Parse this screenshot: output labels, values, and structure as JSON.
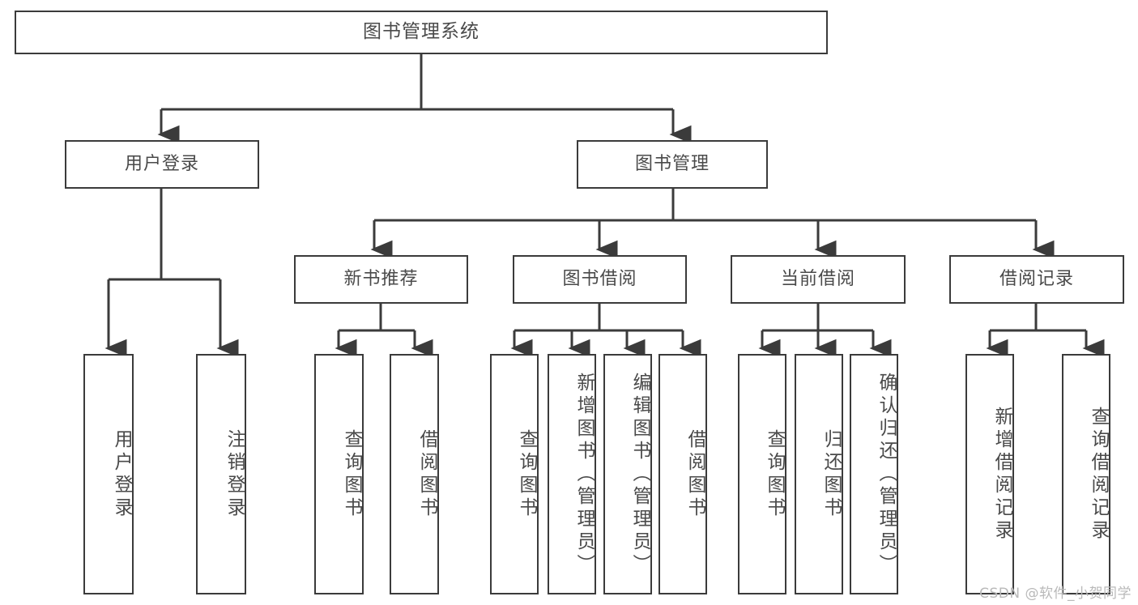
{
  "diagram": {
    "title": "图书管理系统",
    "type": "tree",
    "orientation": "top-down",
    "line_color": "#3b3b3b",
    "text_color": "#4a4a4a",
    "background": "#ffffff"
  },
  "nodes": {
    "root": {
      "label": "图书管理系统"
    },
    "level1": [
      {
        "label": "用户登录"
      },
      {
        "label": "图书管理"
      }
    ],
    "level2": [
      {
        "label": "新书推荐"
      },
      {
        "label": "图书借阅"
      },
      {
        "label": "当前借阅"
      },
      {
        "label": "借阅记录"
      }
    ],
    "leaves": {
      "user_login": [
        {
          "label": "用户登录"
        },
        {
          "label": "注销登录"
        }
      ],
      "new_book_recommend": [
        {
          "label": "查询图书"
        },
        {
          "label": "借阅图书"
        }
      ],
      "book_borrow": [
        {
          "label": "查询图书"
        },
        {
          "label": "新增图书（管理员）"
        },
        {
          "label": "编辑图书（管理员）"
        },
        {
          "label": "借阅图书"
        }
      ],
      "current_borrow": [
        {
          "label": "查询图书"
        },
        {
          "label": "归还图书"
        },
        {
          "label": "确认归还（管理员）"
        }
      ],
      "borrow_record": [
        {
          "label": "新增借阅记录"
        },
        {
          "label": "查询借阅记录"
        }
      ]
    }
  },
  "watermark": {
    "text": "CSDN @软件_小贺同学"
  }
}
